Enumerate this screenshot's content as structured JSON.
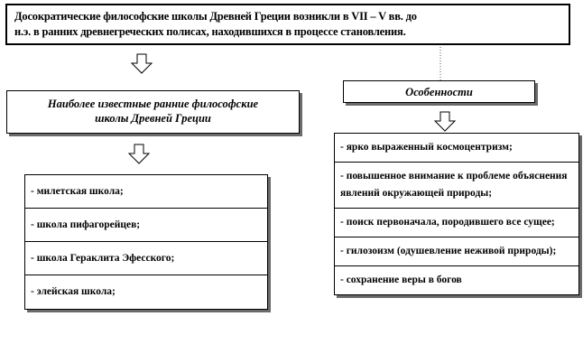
{
  "title_box": {
    "line1": "Досократические философские школы Древней Греции возникли в VII – V вв. до",
    "line2": "н.э. в ранних древнегреческих полисах, находившихся в процессе становления."
  },
  "left_header": {
    "line1": "Наиболее известные ранние философские",
    "line2": "школы Древней Греции"
  },
  "right_header": {
    "text": "Особенности"
  },
  "schools": [
    "- милетская школа;",
    "- школа  пифагорейцев;",
    "- школа  Гераклита Эфесского;",
    "- элейская школа;"
  ],
  "features": [
    "- ярко выраженный космоцентризм;",
    "- повышенное внимание к проблеме объяснения явлений окружающей природы;",
    "- поиск первоначала, породившего все сущее;",
    "- гилозоизм (одушевление неживой природы);",
    "-  сохранение веры в богов"
  ]
}
